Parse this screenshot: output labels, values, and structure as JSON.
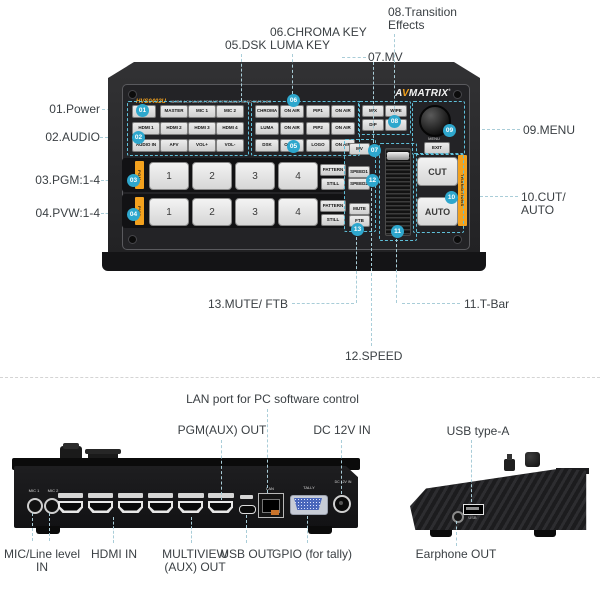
{
  "colors": {
    "accent_cyan": "#2ea7cd",
    "accent_orange": "#f4a21e",
    "callout_line": "#a9cdd8",
    "label_text": "#3b4044",
    "device_body": "#232326"
  },
  "panel": {
    "brand_a": "A",
    "brand_v": "V",
    "brand_rest": "MATRIX",
    "brand_reg": "®",
    "model": "HVS0402U",
    "model_desc": "MICRO 4-CH MULTI-FORMAT STREAMING VIDEO SWITCHER",
    "audio_row1": [
      "MASTER",
      "MIC 1",
      "MIC 2"
    ],
    "audio_row2": [
      "HDMI 1",
      "HDMI 2",
      "HDMI 3",
      "HDMI 4"
    ],
    "audio_row3": [
      "AUDIO IN",
      "AFV",
      "VOL+",
      "VOL-"
    ],
    "keys_row1": [
      "CHROMA",
      "ON AIR",
      "PIP1",
      "ON AIR"
    ],
    "keys_row2": [
      "LUMA",
      "ON AIR",
      "PIP2",
      "ON AIR"
    ],
    "keys_row3": [
      "DSK",
      "ON AIR",
      "LOGO",
      "ON AIR"
    ],
    "trans": [
      "MIX",
      "WIPE",
      "DIP",
      "INV"
    ],
    "mv": "MV",
    "menu_label": "MENU",
    "exit_label": "EXIT",
    "pgm_strip": "PGM",
    "pvw_strip": "PVW",
    "sources": [
      "1",
      "2",
      "3",
      "4"
    ],
    "pattern_label": "PATTERN",
    "still_label": "STILL",
    "speed1": "SPEED1",
    "speed2": "SPEED2",
    "mute_label": "MUTE",
    "ftb_label": "FTB",
    "cut_label": "CUT",
    "auto_label": "AUTO",
    "transitions_strip": "TRANSITIONS"
  },
  "callouts": {
    "c1": {
      "n": "01",
      "t": "01.Power"
    },
    "c2": {
      "n": "02",
      "t": "02.AUDIO"
    },
    "c3": {
      "n": "03",
      "t": "03.PGM:1-4"
    },
    "c4": {
      "n": "04",
      "t": "04.PVW:1-4"
    },
    "c5": {
      "n": "05",
      "t": "05.DSK"
    },
    "c6": {
      "n": "06",
      "t": "06.CHROMA KEY",
      "t2": "LUMA KEY"
    },
    "c7": {
      "n": "07",
      "t": "07.MV"
    },
    "c8": {
      "n": "08",
      "t": "08.Transition",
      "t2": "Effects"
    },
    "c9": {
      "n": "09",
      "t": "09.MENU"
    },
    "c10": {
      "n": "10",
      "t": "10.CUT/ AUTO"
    },
    "c11": {
      "n": "11",
      "t": "11.T-Bar"
    },
    "c12": {
      "n": "12",
      "t": "12.SPEED"
    },
    "c13": {
      "n": "13",
      "t": "13.MUTE/ FTB"
    }
  },
  "rear": {
    "port_tags": {
      "mic1": "MIC 1",
      "mic2": "MIC 2",
      "lan": "LAN",
      "tally": "TALLY",
      "dc": "DC 12V IN"
    },
    "top_labels": {
      "lan": "LAN port for PC software control",
      "pgm": "PGM(AUX) OUT",
      "dc": "DC 12V IN"
    },
    "bottom_labels": {
      "mic": "MIC/Line level IN",
      "hdmi": "HDMI IN",
      "multiview_1": "MULTIVIEW",
      "multiview_2": "(AUX) OUT",
      "usb": "USB OUT",
      "gpio": "GPIO (for tally)"
    }
  },
  "side": {
    "usb_tag": "USB",
    "usb_label": "USB type-A",
    "earphone_label": "Earphone OUT"
  }
}
